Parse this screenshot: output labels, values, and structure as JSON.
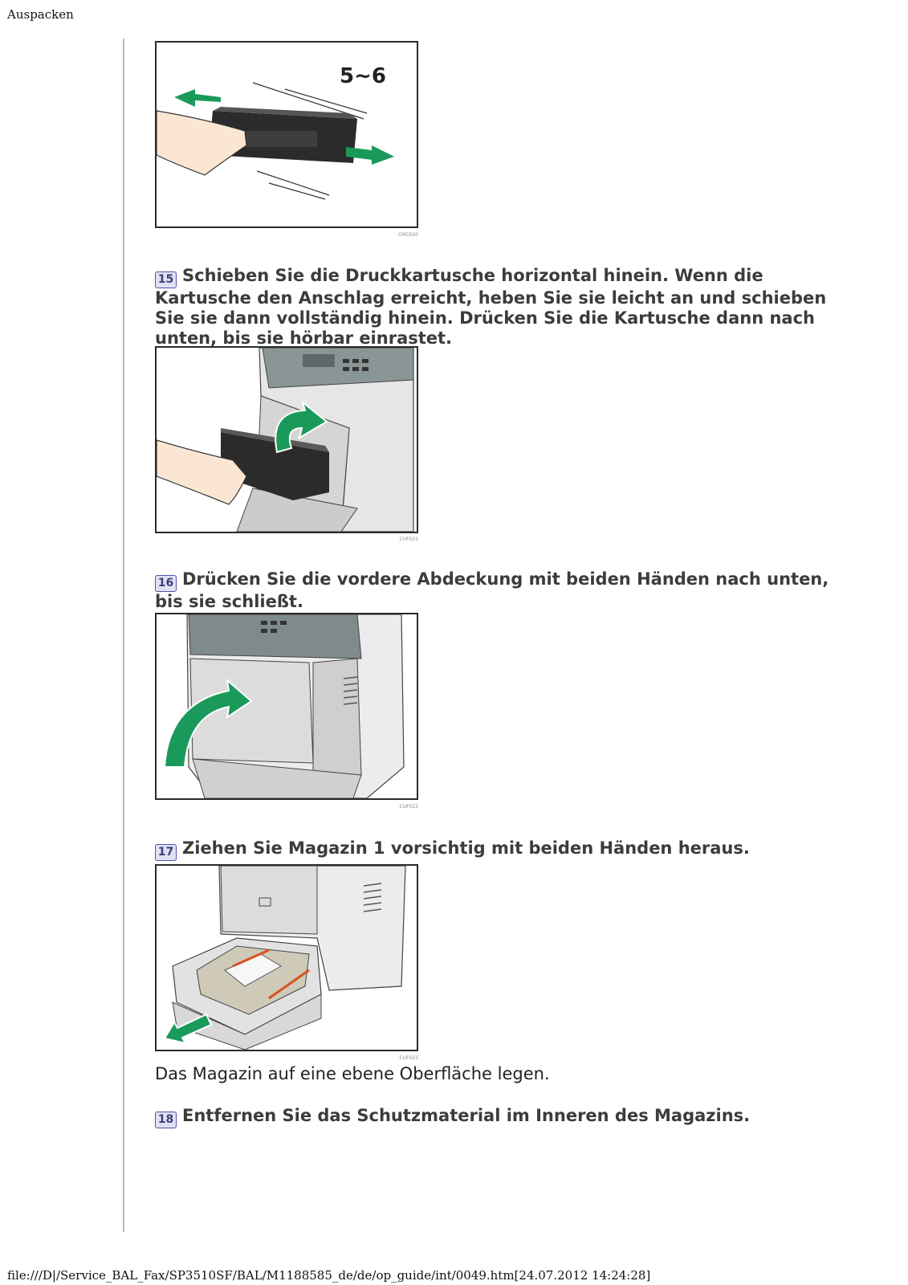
{
  "header": {
    "title": "Auspacken"
  },
  "figures": [
    {
      "id": "fig-1",
      "code": "CMC020",
      "label": "5~6"
    },
    {
      "id": "fig-2",
      "code": "CUF021"
    },
    {
      "id": "fig-3",
      "code": "CUF022"
    },
    {
      "id": "fig-4",
      "code": "CUF023"
    }
  ],
  "steps": [
    {
      "number": "15",
      "text": "Schieben Sie die Druckkartusche horizontal hinein. Wenn die Kartusche den Anschlag erreicht, heben Sie sie leicht an und schieben Sie sie dann vollständig hinein. Drücken Sie die Kartusche dann nach unten, bis sie hörbar einrastet."
    },
    {
      "number": "16",
      "text": "Drücken Sie die vordere Abdeckung mit beiden Händen nach unten, bis sie schließt."
    },
    {
      "number": "17",
      "text": "Ziehen Sie Magazin 1 vorsichtig mit beiden Händen heraus."
    },
    {
      "number": "18",
      "text": "Entfernen Sie das Schutzmaterial im Inneren des Magazins."
    }
  ],
  "note": "Das Magazin auf eine ebene Oberfläche legen.",
  "footer": {
    "path": "file:///D|/Service_BAL_Fax/SP3510SF/BAL/M1188585_de/de/op_guide/int/0049.htm[24.07.2012 14:24:28]"
  },
  "colors": {
    "arrow_green": "#1a9a5a",
    "step_badge_border": "#4f56a8",
    "step_badge_fill": "#dfe1f3",
    "rule": "#b9b9c3"
  }
}
